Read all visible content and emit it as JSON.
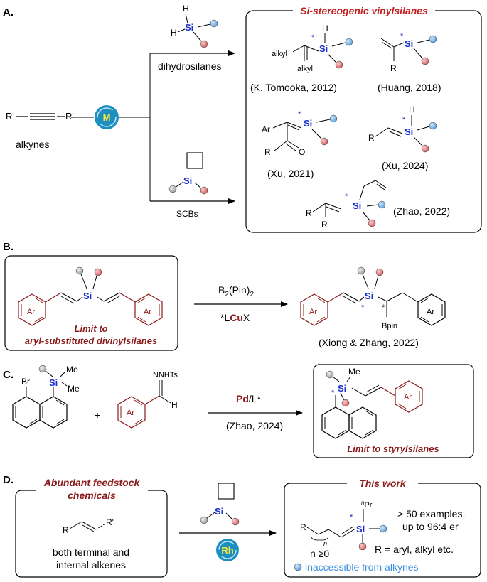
{
  "sections": {
    "a": {
      "label": "A.",
      "alkyne_left": "R",
      "alkyne_right": "R'",
      "alkynes_caption": "alkynes",
      "metal": "M",
      "dihydrosilane_h1": "H",
      "dihydrosilane_h2": "H",
      "dihydrosilane_si": "Si",
      "dihydrosilanes_caption": "dihydrosilanes",
      "scb_si": "Si",
      "scbs_caption": "SCBs",
      "box_title": "Si-stereogenic vinylsilanes",
      "products": [
        {
          "alkyl1": "alkyl",
          "alkyl2": "alkyl",
          "h": "H",
          "si": "Si",
          "star": "*",
          "ref": "(K. Tomooka, 2012)"
        },
        {
          "r": "R",
          "si": "Si",
          "star": "*",
          "ref": "(Huang, 2018)"
        },
        {
          "ar": "Ar",
          "r": "R",
          "o": "O",
          "si": "Si",
          "star": "*",
          "ref": "(Xu, 2021)"
        },
        {
          "r": "R",
          "h": "H",
          "si": "Si",
          "star": "*",
          "ref": "(Xu, 2024)"
        },
        {
          "r1": "R",
          "r2": "R",
          "si": "Si",
          "star": "*",
          "ref": "(Zhao, 2022)"
        }
      ]
    },
    "b": {
      "label": "B.",
      "si": "Si",
      "ar_left": "Ar",
      "ar_right": "Ar",
      "limit_line1": "Limit to",
      "limit_line2": "aryl-substituted divinylsilanes",
      "reagent_b2": "B",
      "reagent_sub2a": "2",
      "reagent_pin": "(Pin)",
      "reagent_sub2b": "2",
      "cat_pre": "*L",
      "cat_cu": "Cu",
      "cat_post": "X",
      "product_si": "Si",
      "product_star1": "*",
      "product_star2": "*",
      "product_ar1": "Ar",
      "product_ar2": "Ar",
      "bpin": "Bpin",
      "ref": "(Xiong & Zhang, 2022)"
    },
    "c": {
      "label": "C.",
      "br": "Br",
      "si": "Si",
      "me1": "Me",
      "me2": "Me",
      "plus": "+",
      "nnhts": "NNHTs",
      "h": "H",
      "ar": "Ar",
      "cat_pd": "Pd",
      "cat_rest": "/L*",
      "ref": "(Zhao, 2024)",
      "product_si": "Si",
      "product_me": "Me",
      "product_star": "*",
      "product_ar": "Ar",
      "limit": "Limit to styrylsilanes"
    },
    "d": {
      "label": "D.",
      "feed_title1": "Abundant feedstock",
      "feed_title2": "chemicals",
      "alkene_r": "R",
      "alkene_r2": "R'",
      "feed_caption1": "both terminal and",
      "feed_caption2": "internal alkenes",
      "scb_si": "Si",
      "rh": "Rh",
      "work_title": "This work",
      "work_r": "R",
      "work_n": "n",
      "work_si": "Si",
      "work_star": "*",
      "work_npr_n": "n",
      "work_npr_pr": "Pr",
      "work_n_cond": "n ≥0",
      "examples1": "> 50 examples,",
      "examples2": "up to 96:4 er",
      "r_def": "R = aryl, alkyl etc.",
      "inaccessible": "inaccessible from alkynes"
    }
  },
  "colors": {
    "dark_red": "#8b1a1a",
    "blue_text": "#3a8ee0",
    "si_blue": "#1a2fd0",
    "ball_blue": "#7ab4e8",
    "ball_red": "#e07a7a",
    "ball_grey": "#b5b5b5",
    "metal_teal": "#1c8fc0",
    "metal_yellow": "#f5e83a"
  }
}
